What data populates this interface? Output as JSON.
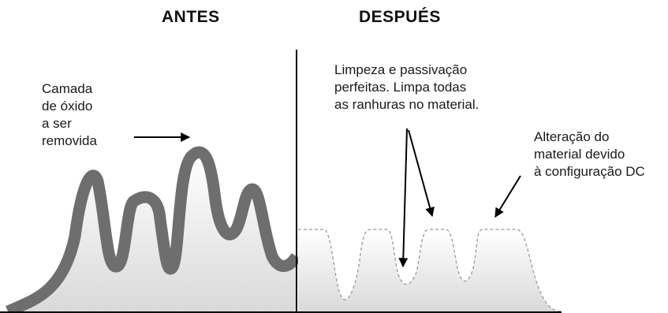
{
  "headings": {
    "before": "ANTES",
    "after": "DESPUÉS"
  },
  "notes": {
    "oxide_layer": "Camada\nde óxido\na ser\nremovida",
    "cleaning": "Limpeza e passivação\nperfeitas. Limpa todas\nas ranhuras no material.",
    "alteration": "Alteração do\nmaterial devido\nà configuração DC"
  },
  "colors": {
    "oxide_band": "#6e6e6e",
    "surface_gradient_top": "#ffffff",
    "surface_gradient_bottom": "#d9d9d9",
    "dashed_outline": "#9a9a9a",
    "arrow": "#000000"
  }
}
